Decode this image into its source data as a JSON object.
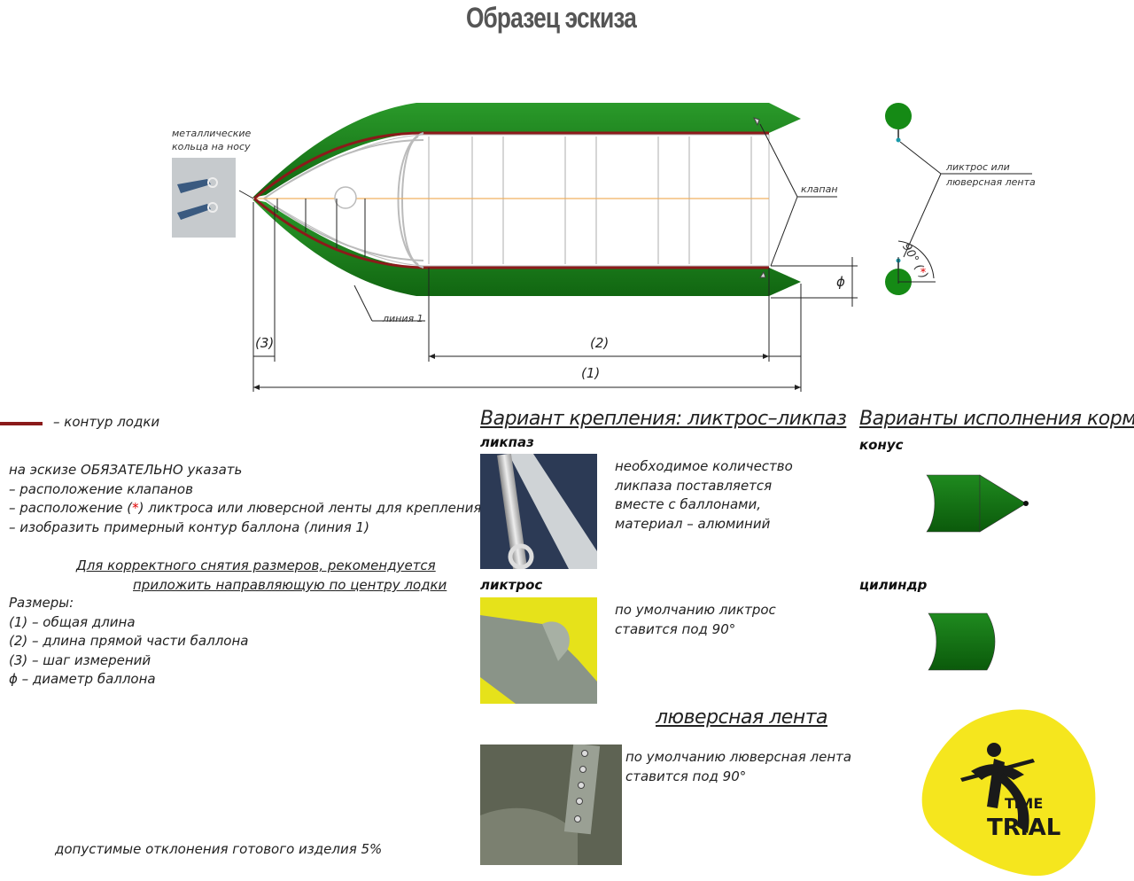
{
  "title": "Образец эскиза",
  "labels": {
    "rings_line1": "металлические",
    "rings_line2": "кольца на носу",
    "valve": "клапан",
    "line1": "линия 1",
    "liktros_line1": "ликтрос или",
    "liktros_line2": "люверсная лента",
    "angle": "90° (",
    "angle_star": "*",
    "angle_close": ")",
    "phi": "ϕ",
    "dim1": "(1)",
    "dim2": "(2)",
    "dim3": "(3)"
  },
  "legend": {
    "contour": "– контур лодки",
    "color": "#8b1a1a"
  },
  "notes": {
    "l1": "на эскизе ОБЯЗАТЕЛЬНО указать",
    "l2": "– расположение клапанов",
    "l3a": "– расположение (",
    "l3star": "*",
    "l3b": ") ликтроса или люверсной ленты для крепления",
    "l4": "– изобразить примерный контур баллона (линия 1)"
  },
  "recommend": {
    "l1": "Для корректного снятия размеров, рекомендуется",
    "l2": "приложить направляющую по центру лодки"
  },
  "sizes": {
    "header": "Размеры:",
    "s1": "(1) – общая длина",
    "s2": "(2) – длина прямой части баллона",
    "s3": "(3) – шаг измерений",
    "s4": "ϕ – диаметр баллона"
  },
  "tolerance": "допустимые отклонения готового изделия  5%",
  "mount": {
    "heading": "Вариант крепления: ликтрос–ликпаз",
    "likpaz_label": "ликпаз",
    "likpaz_desc": [
      "необходимое количество",
      "ликпаза поставляется",
      "вместе с баллонами,",
      "материал – алюминий"
    ],
    "liktros_label": "ликтрос",
    "liktros_desc": [
      "по умолчанию ликтрос",
      "ставится под 90°"
    ],
    "luvers_heading": "люверсная лента",
    "luvers_desc": [
      "по умолчанию люверсная лента",
      "ставится под 90°"
    ]
  },
  "stern": {
    "heading": "Варианты исполнения кормы",
    "cone": "конус",
    "cylinder": "цилиндр"
  },
  "logo": {
    "line1": "TiME",
    "line2": "TRiAL",
    "color": "#f5e61e"
  },
  "colors": {
    "tube": "#1a7f1a",
    "tube_dark": "#0d5a0d",
    "contour": "#8b1a1a",
    "text": "#222222"
  }
}
